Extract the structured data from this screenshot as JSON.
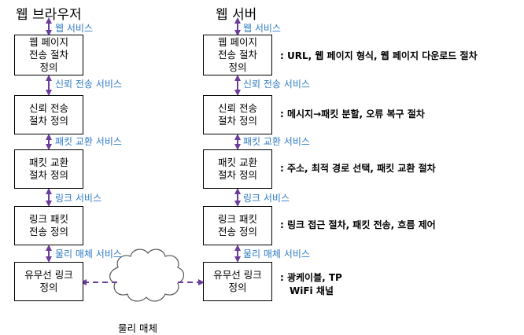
{
  "columns": {
    "left_title": "웹 브라우저",
    "right_title": "웹 서버"
  },
  "left_boxes": [
    {
      "lines": [
        "웹 페이지",
        "전송 절차",
        "정의"
      ]
    },
    {
      "lines": [
        "신뢰 전송",
        "절차 정의"
      ]
    },
    {
      "lines": [
        "패킷 교환",
        "절차 정의"
      ]
    },
    {
      "lines": [
        "링크 패킷",
        "전송 정의"
      ]
    },
    {
      "lines": [
        "유무선 링크",
        "정의"
      ]
    }
  ],
  "right_boxes": [
    {
      "lines": [
        "웹 페이지",
        "전송 절차",
        "정의"
      ]
    },
    {
      "lines": [
        "신뢰 전송",
        "절차 정의"
      ]
    },
    {
      "lines": [
        "패킷 교환",
        "절차 정의"
      ]
    },
    {
      "lines": [
        "링크 패킷",
        "전송 정의"
      ]
    },
    {
      "lines": [
        "유무선 링크",
        "정의"
      ]
    }
  ],
  "services": [
    "웹 서비스",
    "신뢰 전송 서비스",
    "패킷 교환 서비스",
    "링크 서비스",
    "물리 매체 서비스"
  ],
  "descriptions": [
    [
      ": URL, 웹 페이지 형식, 웹 페이지 다운로드 절차"
    ],
    [
      ": 메시지→패킷 분할, 오류 복구 절차"
    ],
    [
      ": 주소, 최적 경로 선택, 패킷 교환 절차"
    ],
    [
      ": 링크 접근 절차, 패킷 전송, 흐름 제어"
    ],
    [
      ": 광케이블, TP",
      "WiFi 채널"
    ]
  ],
  "medium_label": "물리 매체",
  "colors": {
    "arrow": "#6a3d9a",
    "service_text": "#2e7bc4",
    "box_border": "#000000"
  }
}
